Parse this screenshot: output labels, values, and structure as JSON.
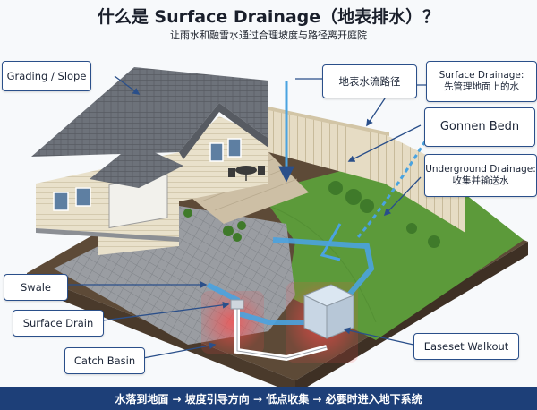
{
  "title": "什么是 Surface Drainage（地表排水）？",
  "subtitle": "让雨水和融雪水通过合理坡度与路径离开庭院",
  "callouts": {
    "grading": "Grading / Slope",
    "flow_path": "地表水流路径",
    "surface_drainage_line1": "Surface Drainage:",
    "surface_drainage_line2": "先管理地面上的水",
    "gonnen": "Gonnen Bedn",
    "underground_line1": "Underground Drainage:",
    "underground_line2": "收集并输送水",
    "swale": "Swale",
    "surface_drain": "Surface Drain",
    "catch_basin": "Catch Basin",
    "walkout": "Easeset Walkout"
  },
  "footer": "水落到地面 → 坡度引导方向 → 低点收集 → 必要时进入地下系统",
  "colors": {
    "callout_border": "#2a4f8a",
    "footer_bg": "#1d3f78",
    "water_blue": "#4aa3e0",
    "highlight_red": "#e23b3b",
    "lawn_green": "#5c9a3a",
    "roof_gray": "#6b7178"
  }
}
